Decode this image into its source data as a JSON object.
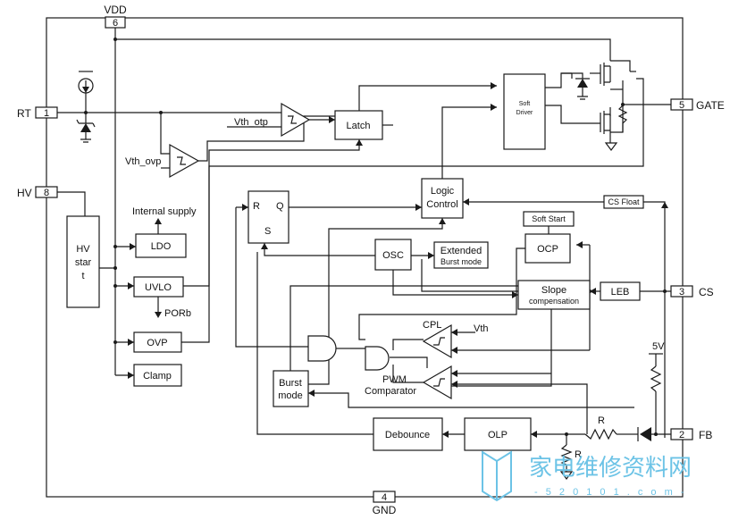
{
  "pins": {
    "vdd": {
      "label": "VDD",
      "num": "6"
    },
    "rt": {
      "label": "RT",
      "num": "1"
    },
    "hv": {
      "label": "HV",
      "num": "8"
    },
    "gate": {
      "label": "GATE",
      "num": "5"
    },
    "cs": {
      "label": "CS",
      "num": "3"
    },
    "fb": {
      "label": "FB",
      "num": "2"
    },
    "gnd": {
      "label": "GND",
      "num": "4"
    }
  },
  "blocks": {
    "latch": "Latch",
    "soft_driver_1": "Soft",
    "soft_driver_2": "Driver",
    "logic_control_1": "Logic",
    "logic_control_2": "Control",
    "cs_float": "CS Float",
    "soft_start": "Soft Start",
    "ocp": "OCP",
    "osc": "OSC",
    "extended_1": "Extended",
    "extended_2": "Burst mode",
    "slope_1": "Slope",
    "slope_2": "compensation",
    "leb": "LEB",
    "ldo": "LDO",
    "uvlo": "UVLO",
    "ovp": "OVP",
    "clamp": "Clamp",
    "hv_start_1": "HV",
    "hv_start_2": "star",
    "hv_start_3": "t",
    "burst_1": "Burst",
    "burst_2": "mode",
    "debounce": "Debounce",
    "olp": "OLP",
    "sr_r": "R",
    "sr_q": "Q",
    "sr_s": "S"
  },
  "labels": {
    "vth_otp": "Vth_otp",
    "vth_ovp": "Vth_ovp",
    "internal_supply": "Internal supply",
    "porb": "PORb",
    "cpl": "CPL",
    "vth": "Vth",
    "pwm_1": "PWM",
    "pwm_2": "Comparator",
    "five_v": "5V",
    "r_series": "R",
    "r_shunt": "R"
  },
  "watermark": {
    "text": "家电维修资料网",
    "url": "- 5 2 0 1 0 1 . c o m -"
  }
}
